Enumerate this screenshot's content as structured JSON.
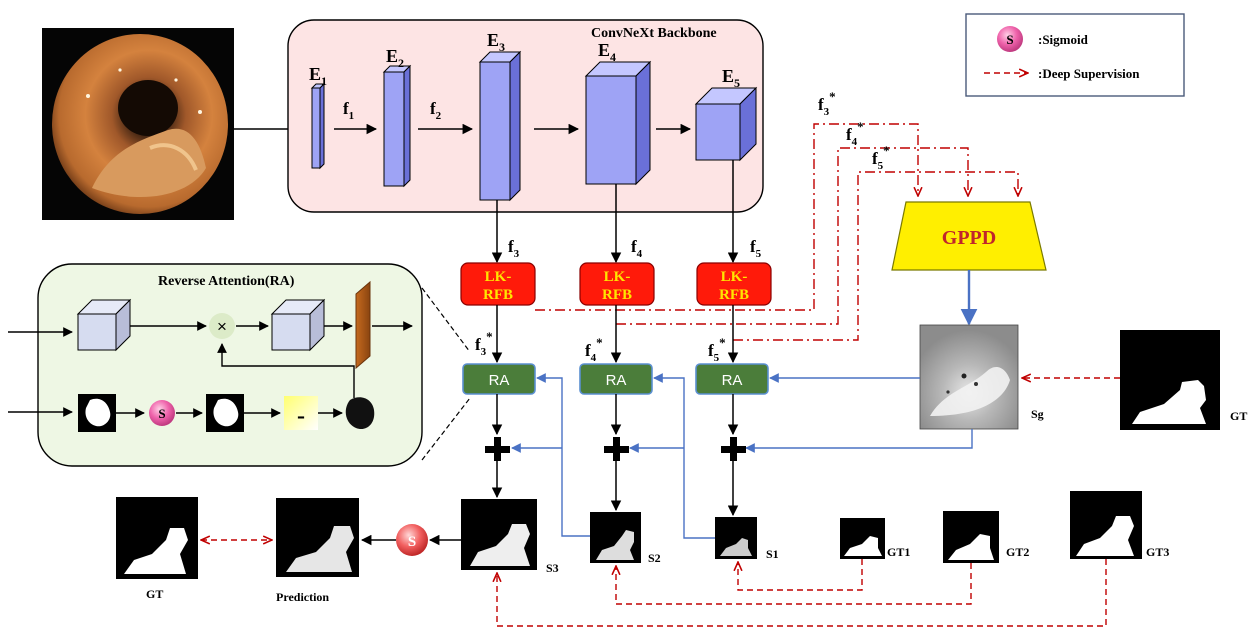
{
  "backbone": {
    "title": "ConvNeXt Backbone",
    "stages": [
      {
        "base": "E",
        "sub": "1"
      },
      {
        "base": "E",
        "sub": "2"
      },
      {
        "base": "E",
        "sub": "3"
      },
      {
        "base": "E",
        "sub": "4"
      },
      {
        "base": "E",
        "sub": "5"
      }
    ],
    "features": [
      {
        "base": "f",
        "sub": "1"
      },
      {
        "base": "f",
        "sub": "2"
      }
    ]
  },
  "lkrfb": {
    "label_line1": "LK-",
    "label_line2": "RFB",
    "inputs": [
      {
        "base": "f",
        "sub": "3"
      },
      {
        "base": "f",
        "sub": "4"
      },
      {
        "base": "f",
        "sub": "5"
      }
    ],
    "outputs": [
      {
        "base": "f",
        "sub": "3",
        "sup": "*"
      },
      {
        "base": "f",
        "sub": "4",
        "sup": "*"
      },
      {
        "base": "f",
        "sub": "5",
        "sup": "*"
      }
    ]
  },
  "gppd": {
    "label": "GPPD",
    "inputs": [
      {
        "base": "f",
        "sub": "3",
        "sup": "*"
      },
      {
        "base": "f",
        "sub": "4",
        "sup": "*"
      },
      {
        "base": "f",
        "sub": "5",
        "sup": "*"
      }
    ]
  },
  "ra_block": {
    "label": "RA",
    "panel_title": "Reverse Attention(RA)",
    "multiply_symbol": "×",
    "minus_symbol": "-",
    "sigmoid_symbol": "S"
  },
  "legend": {
    "sigmoid_symbol": "S",
    "sigmoid_label": ":Sigmoid",
    "deep_supervision_label": ":Deep Supervision"
  },
  "outputs": {
    "sg": "Sg",
    "gt_top": "GT",
    "s1": "S1",
    "s2": "S2",
    "s3": "S3",
    "gt1": "GT1",
    "gt2": "GT2",
    "gt3": "GT3",
    "sigmoid_symbol": "S",
    "prediction": "Prediction",
    "gt_bottom": "GT"
  },
  "colors": {
    "backbone_bg": "#fde4e4",
    "block_blue": "#9ea3f5",
    "lkrfb_red": "#ff1a0a",
    "lkrfb_text": "#ffe600",
    "ra_green": "#4b7d3a",
    "gppd_yellow": "#ffef00",
    "gppd_text": "#c0262b",
    "ra_panel_bg": "#eef7e4",
    "supervision_red": "#c00000",
    "flow_blue": "#4a72c4",
    "sigmoid_pink": "#ef63ab"
  }
}
